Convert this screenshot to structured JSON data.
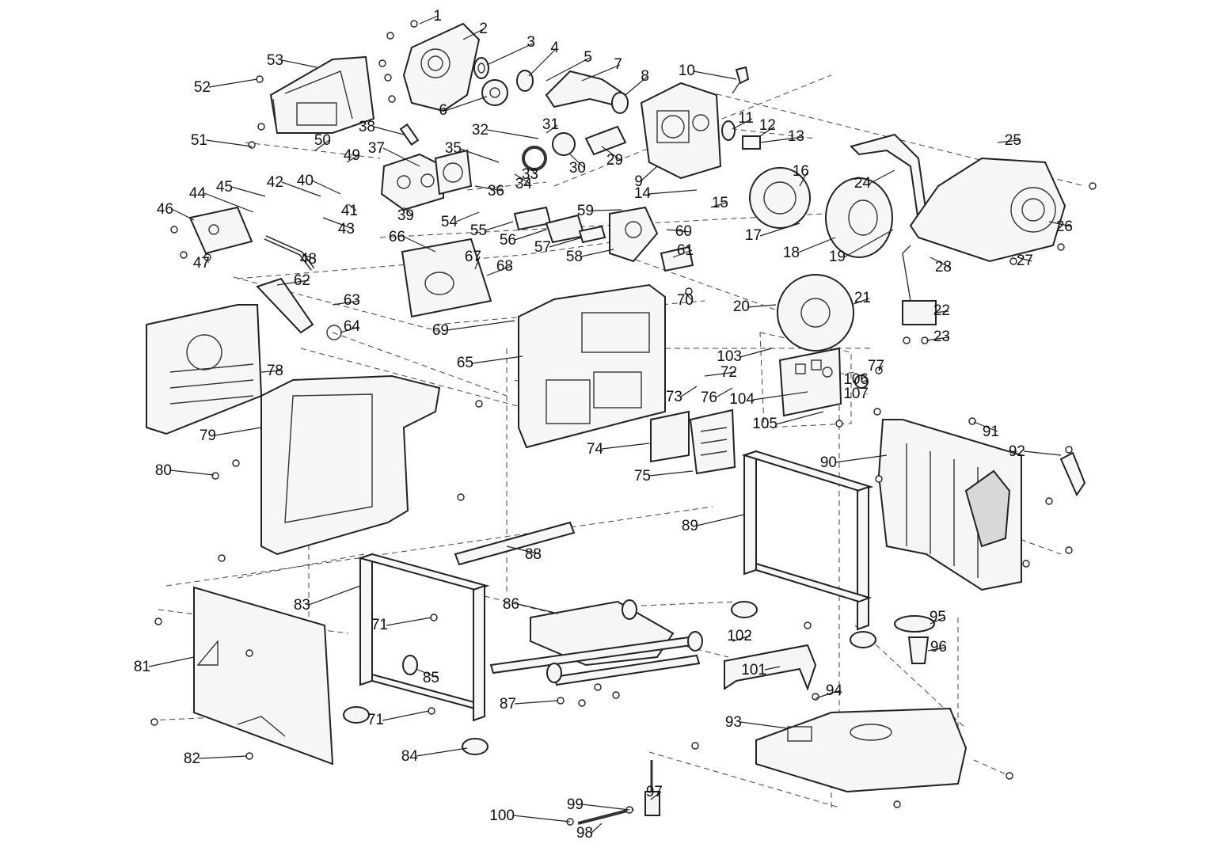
{
  "diagram": {
    "callouts": [
      "1",
      "2",
      "3",
      "4",
      "5",
      "6",
      "7",
      "8",
      "9",
      "10",
      "11",
      "12",
      "13",
      "14",
      "15",
      "16",
      "17",
      "18",
      "19",
      "20",
      "21",
      "22",
      "23",
      "24",
      "25",
      "26",
      "27",
      "28",
      "29",
      "30",
      "31",
      "32",
      "33",
      "34",
      "35",
      "36",
      "37",
      "38",
      "39",
      "40",
      "41",
      "42",
      "43",
      "44",
      "45",
      "46",
      "47",
      "48",
      "49",
      "50",
      "51",
      "52",
      "53",
      "54",
      "55",
      "56",
      "57",
      "58",
      "59",
      "60",
      "61",
      "62",
      "63",
      "64",
      "65",
      "66",
      "67",
      "68",
      "69",
      "70",
      "71",
      "71",
      "72",
      "73",
      "74",
      "75",
      "76",
      "77",
      "78",
      "79",
      "80",
      "81",
      "82",
      "83",
      "84",
      "85",
      "86",
      "87",
      "88",
      "89",
      "90",
      "91",
      "92",
      "93",
      "94",
      "95",
      "96",
      "97",
      "98",
      "99",
      "100",
      "101",
      "102",
      "103",
      "104",
      "105",
      "106",
      "107"
    ]
  }
}
